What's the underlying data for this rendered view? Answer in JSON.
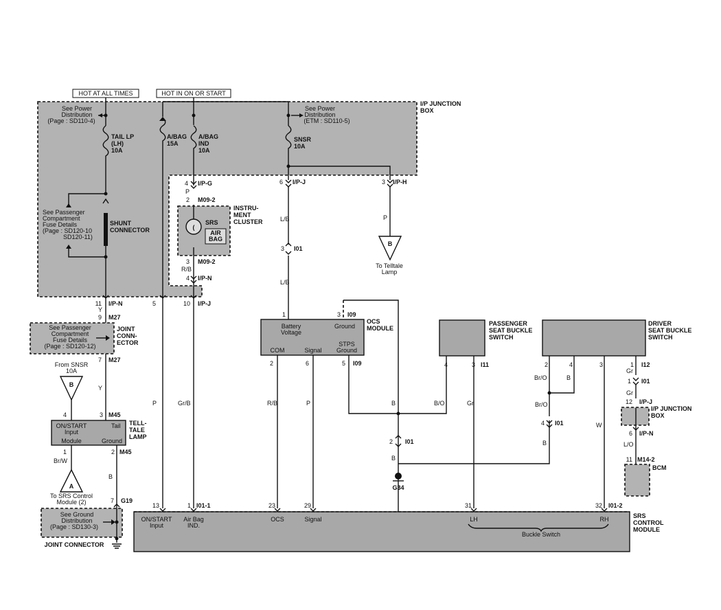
{
  "headers": {
    "hot_always": "HOT AT ALL TIMES",
    "hot_on_start": "HOT IN ON OR START"
  },
  "ip_junction_box": {
    "label": [
      "I/P JUNCTION",
      "BOX"
    ]
  },
  "power_dist_left": [
    "See Power",
    "Distribution",
    "(Page : SD110-4)"
  ],
  "power_dist_right": [
    "See Power",
    "Distribution",
    "(ETM : SD110-5)"
  ],
  "fuses": {
    "tail_lp": [
      "TAIL LP",
      "(LH)",
      "10A"
    ],
    "abag": [
      "A/BAG",
      "15A"
    ],
    "abag_ind": [
      "A/BAG",
      "IND",
      "10A"
    ],
    "snsr": [
      "SNSR",
      "10A"
    ]
  },
  "shunt": {
    "ref": [
      "See Passenger",
      "Compartment",
      "Fuse Details",
      "(Page : SD120-10",
      "SD120-11)"
    ],
    "label": [
      "SHUNT",
      "CONNECTOR"
    ]
  },
  "instrument_cluster": {
    "label": [
      "INSTRU-",
      "MENT",
      "CLUSTER"
    ],
    "srs": "SRS",
    "airbag": [
      "AIR",
      "BAG"
    ]
  },
  "joint_connector_top": {
    "ref": [
      "See Passenger",
      "Compartment",
      "Fuse Details",
      "(Page : SD120-12)"
    ],
    "label": [
      "JOINT",
      "CONN-",
      "ECTOR"
    ]
  },
  "telltale": {
    "from": [
      "From SNSR",
      "10A"
    ],
    "badge": "B",
    "on_start": [
      "ON/START",
      "Input"
    ],
    "tail": "Tail",
    "module": "Module",
    "ground": "Ground",
    "label": [
      "TELL-",
      "TALE",
      "LAMP"
    ]
  },
  "to_srs": {
    "badge": "A",
    "text": [
      "To SRS Control",
      "Module (2)"
    ]
  },
  "ground_ref": {
    "ref": [
      "See Ground",
      "Distribution",
      "(Page : SD130-3)"
    ],
    "label": "JOINT CONNECTOR"
  },
  "ocs": {
    "battery": [
      "Battery",
      "Voltage"
    ],
    "ground": "Ground",
    "com": "COM",
    "signal": "Signal",
    "stps": [
      "STPS",
      "Ground"
    ],
    "label": [
      "OCS",
      "MODULE"
    ]
  },
  "to_telltale": {
    "badge": "B",
    "text": [
      "To Telltale",
      "Lamp"
    ]
  },
  "passenger_switch": {
    "label": [
      "PASSENGER",
      "SEAT BUCKLE",
      "SWITCH"
    ]
  },
  "driver_switch": {
    "label": [
      "DRIVER",
      "SEAT BUCKLE",
      "SWITCH"
    ]
  },
  "ip_junction_box_small": {
    "label": [
      "I/P JUNCTION",
      "BOX"
    ]
  },
  "bcm": {
    "label": "BCM"
  },
  "srs_module": {
    "label": [
      "SRS",
      "CONTROL",
      "MODULE"
    ],
    "on_start": [
      "ON/START",
      "Input"
    ],
    "airbag_ind": [
      "Air Bag",
      "IND."
    ],
    "ocs": "OCS",
    "signal": "Signal",
    "lh": "LH",
    "rh": "RH",
    "buckle": "Buckle Switch"
  },
  "ground_g34": "G34",
  "connectors": {
    "ipg": "I/P-G",
    "m09_2": "M09-2",
    "ipn": "I/P-N",
    "ipj": "I/P-J",
    "iph": "I/P-H",
    "m27": "M27",
    "m45": "M45",
    "g19": "G19",
    "i01": "I01",
    "i09": "I09",
    "i11": "I11",
    "i12": "I12",
    "i01_1": "I01-1",
    "i01_2": "I01-2",
    "m14_2": "M14-2"
  },
  "pins": {
    "ipg_4": "4",
    "m09_p2": "2",
    "m09_p3": "3",
    "ipn_4": "4",
    "ipn_11": "11",
    "ipj_5": "5",
    "ipj_10": "10",
    "ipj_6": "6",
    "iph_3": "3",
    "m27_9": "9",
    "m27_7": "7",
    "m45_4": "4",
    "m45_3": "3",
    "m45_1": "1",
    "m45_2": "2",
    "g19_7": "7",
    "i01_3": "3",
    "i09_1": "1",
    "i09_3": "3",
    "i09_2": "2",
    "i09_6": "6",
    "i09_5": "5",
    "i11_4": "4",
    "i11_3": "3",
    "i12_2": "2",
    "i12_4": "4",
    "i12_3": "3",
    "i12_1": "1",
    "i01_s1": "1",
    "ipjb_12": "12",
    "ipnb_6": "6",
    "bcm_11": "11",
    "i01_4": "4",
    "i01_2": "2",
    "srs_13": "13",
    "srs_1": "1",
    "srs_23": "23",
    "srs_29": "29",
    "srs_31": "31",
    "srs_32": "32"
  },
  "wires": {
    "y": "Y",
    "p": "P",
    "rb": "R/B",
    "lb": "L/B",
    "grb": "Gr/B",
    "brw": "Br/W",
    "b": "B",
    "bo": "B/O",
    "gr": "Gr",
    "bro": "Br/O",
    "w": "W",
    "lo": "L/O"
  }
}
